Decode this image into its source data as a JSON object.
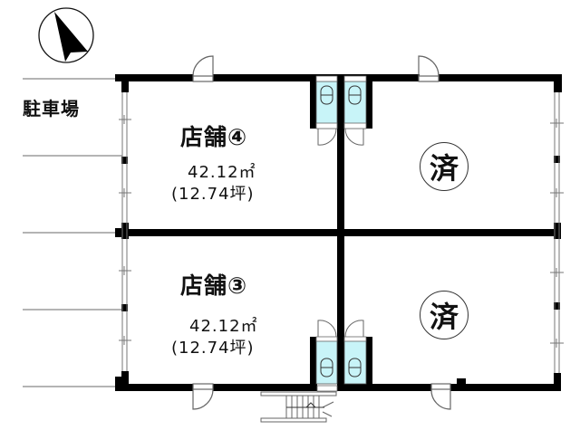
{
  "compass": {
    "icon": "north-arrow-icon",
    "direction": "north-northwest"
  },
  "parking": {
    "label": "駐車場"
  },
  "units": [
    {
      "id": "shop-4",
      "name": "店舗④",
      "area": "42.12㎡",
      "tsubo": "(12.74坪)",
      "status": "available"
    },
    {
      "id": "shop-3",
      "name": "店舗③",
      "area": "42.12㎡",
      "tsubo": "(12.74坪)",
      "status": "available"
    },
    {
      "id": "sold-top",
      "mark": "済",
      "status": "sold"
    },
    {
      "id": "sold-bottom",
      "mark": "済",
      "status": "sold"
    }
  ],
  "colors": {
    "wall": "#000000",
    "toilet_fill": "#c8f4f8",
    "line": "#777777"
  }
}
